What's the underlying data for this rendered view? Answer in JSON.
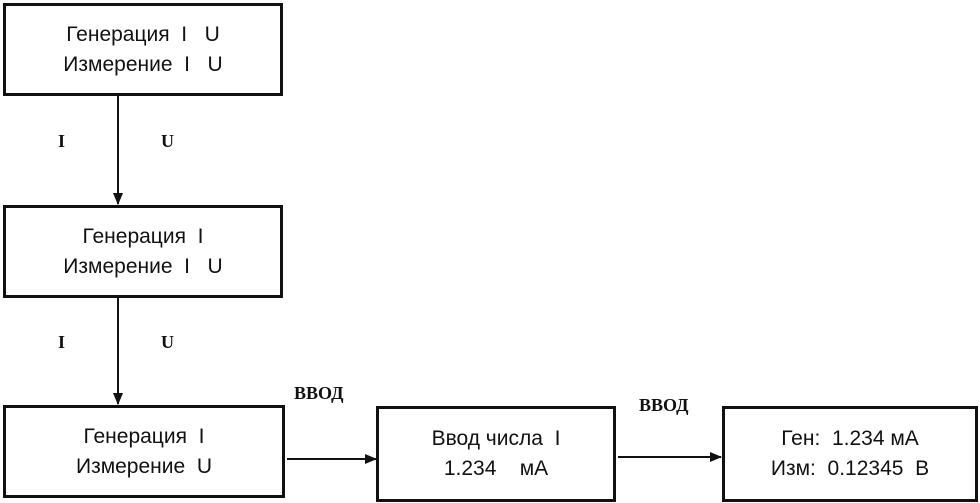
{
  "boxes": [
    {
      "line1": "Генерация  I   U",
      "line2": "Измерение  I   U"
    },
    {
      "line1": "Генерация  I",
      "line2": "Измерение  I   U"
    },
    {
      "line1": "Генерация  I",
      "line2": "Измерение  U"
    },
    {
      "line1": "Ввод числа  I",
      "line2": "1.234    мА"
    },
    {
      "line1": "Ген:  1.234 мА",
      "line2": "Изм:  0.12345  В"
    }
  ],
  "edge_labels": {
    "edge1_left": "I",
    "edge1_right": "U",
    "edge2_left": "I",
    "edge2_right": "U",
    "edge3": "ВВОД",
    "edge4": "ВВОД"
  }
}
